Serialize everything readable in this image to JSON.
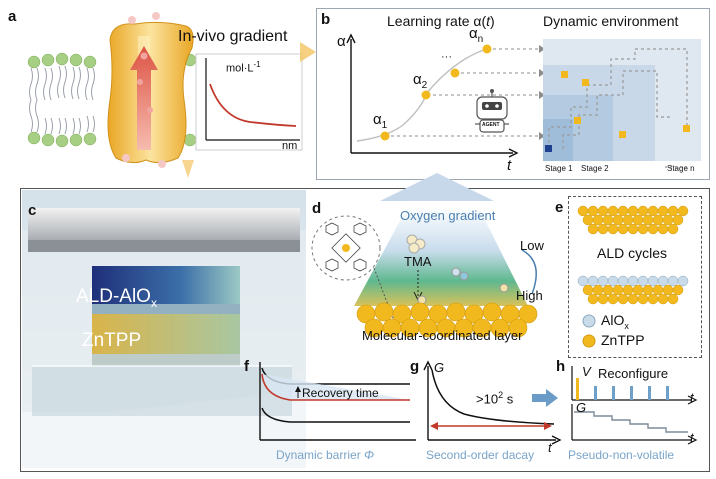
{
  "panels": {
    "a": {
      "label": "a",
      "title": "In-vivo gradient",
      "inset_ylabel": "mol·L",
      "inset_ylabel_sup": "-1",
      "inset_xlabel": "nm"
    },
    "b": {
      "label": "b",
      "title_left": "Learning rate α(",
      "title_left_t": "t",
      "title_left_end": ")",
      "title_right": "Dynamic environment",
      "y_axis": "α",
      "x_axis": "t",
      "alphas": [
        "α",
        "α",
        "α"
      ],
      "alpha_subs": [
        "1",
        "2",
        "n"
      ],
      "dots": "···",
      "agent": "AGENT",
      "stages": [
        "Stage 1",
        "Stage 2",
        "Stage n"
      ]
    },
    "c": {
      "label": "c",
      "layer1_base": "ALD-AlO",
      "layer1_sub": "x",
      "layer2": "ZnTPP"
    },
    "d": {
      "label": "d",
      "gradient": "Oxygen gradient",
      "low": "Low",
      "high": "High",
      "tma": "TMA",
      "layer": "Molecular-coordinated layer"
    },
    "e": {
      "label": "e",
      "cycles": "ALD cycles",
      "legend": [
        {
          "base": "AlO",
          "sub": "x",
          "color": "#c9dbe9"
        },
        {
          "base": "ZnTPP",
          "sub": "",
          "color": "#f3c74a"
        }
      ]
    },
    "f": {
      "label": "f",
      "annotation": "Recovery time",
      "caption_base": "Dynamic barrier ",
      "caption_sym": "Φ"
    },
    "g": {
      "label": "g",
      "y_axis": "G",
      "x_axis": "t",
      "annotation_base": ">10",
      "annotation_sup": "2",
      "annotation_unit": " s",
      "caption": "Second-order dacay"
    },
    "h": {
      "label": "h",
      "y_top": "V",
      "reconfigure": "Reconfigure",
      "x_axis": "t",
      "y_bottom": "G",
      "caption": "Pseudo-non-volatile"
    }
  },
  "colors": {
    "accent_blue": "#4a7fb0",
    "gold": "#f2b91e",
    "red": "#c0392b",
    "caption_blue": "#7aa4c8"
  }
}
